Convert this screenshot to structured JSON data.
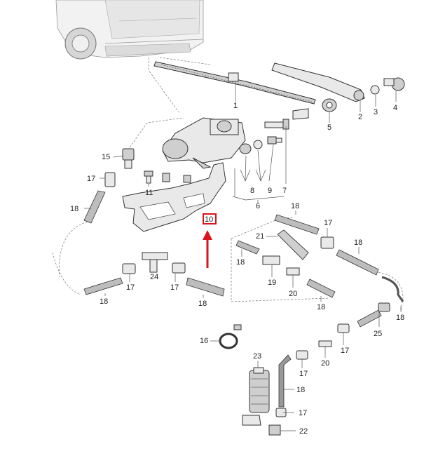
{
  "diagram": {
    "highlight_color": "#d9141b",
    "highlighted_label": "10",
    "labels": {
      "l1": "1",
      "l2": "2",
      "l3": "3",
      "l4": "4",
      "l5": "5",
      "l6": "6",
      "l7": "7",
      "l8": "8",
      "l9": "9",
      "l10": "10",
      "l11": "11",
      "l15": "15",
      "l16": "16",
      "l17a": "17",
      "l17b": "17",
      "l17c": "17",
      "l17d": "17",
      "l17e": "17",
      "l17f": "17",
      "l17g": "17",
      "l18a": "18",
      "l18b": "18",
      "l18c": "18",
      "l18d": "18",
      "l18e": "18",
      "l18f": "18",
      "l18g": "18",
      "l18h": "18",
      "l18i": "18",
      "l19": "19",
      "l20a": "20",
      "l20b": "20",
      "l21": "21",
      "l22": "22",
      "l23": "23",
      "l24": "24",
      "l25": "25"
    }
  }
}
